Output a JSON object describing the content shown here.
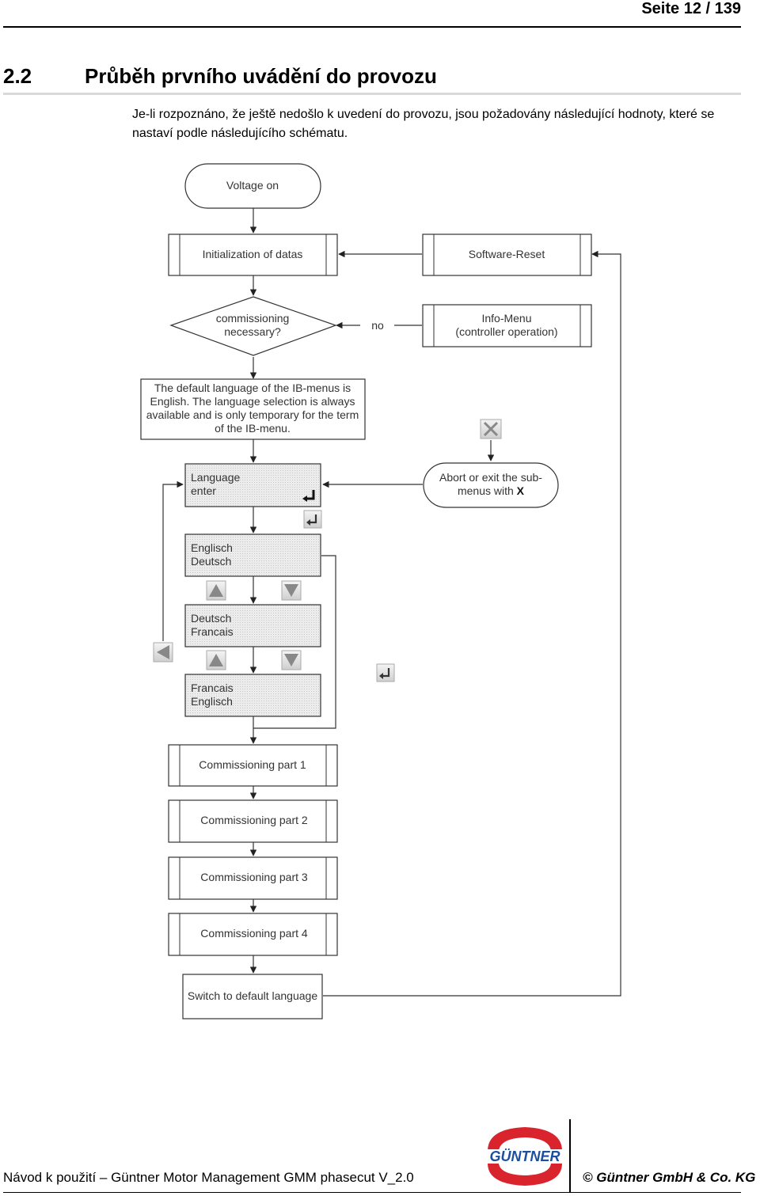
{
  "header": {
    "page_number": "Seite 12 / 139"
  },
  "section": {
    "number": "2.2",
    "title": "Průběh prvního uvádění do provozu"
  },
  "intro": "Je-li rozpoznáno, že ještě nedošlo k uvedení do provozu, jsou požadovány následující hodnoty, které se nastaví podle následujícího schématu.",
  "flowchart": {
    "voltage_on": "Voltage on",
    "init": "Initialization of datas",
    "software_reset": "Software-Reset",
    "decision_l1": "commissioning",
    "decision_l2": "necessary?",
    "no_label": "no",
    "info_menu_l1": "Info-Menu",
    "info_menu_l2": "(controller operation)",
    "note_l1": "The default language of the IB-menus is",
    "note_l2": "English. The language selection is always",
    "note_l3": "available and is only temporary for the term",
    "note_l4": "of the IB-menu.",
    "abort_l1": "Abort or exit the sub-",
    "abort_l2": "menus with ",
    "abort_key": "X",
    "lang_l1": "Language",
    "lang_l2": "enter",
    "opt1_l1": "Englisch",
    "opt1_l2": "Deutsch",
    "opt2_l1": "Deutsch",
    "opt2_l2": "Francais",
    "opt3_l1": "Francais",
    "opt3_l2": "Englisch",
    "part1": "Commissioning part 1",
    "part2": "Commissioning part 2",
    "part3": "Commissioning part 3",
    "part4": "Commissioning part 4",
    "switch_default": "Switch to default language"
  },
  "icons": {
    "enter": "enter-key-icon",
    "up": "up-arrow-key-icon",
    "down": "down-arrow-key-icon",
    "left": "left-arrow-key-icon",
    "cancel": "x-cancel-key-icon"
  },
  "logo": {
    "text": "GÜNTNER",
    "color_red": "#d9232d",
    "color_blue": "#1c4fa0"
  },
  "footer": {
    "left": "Návod k použití – Güntner Motor Management GMM phasecut V_2.0",
    "right": "© Güntner GmbH & Co. KG"
  }
}
